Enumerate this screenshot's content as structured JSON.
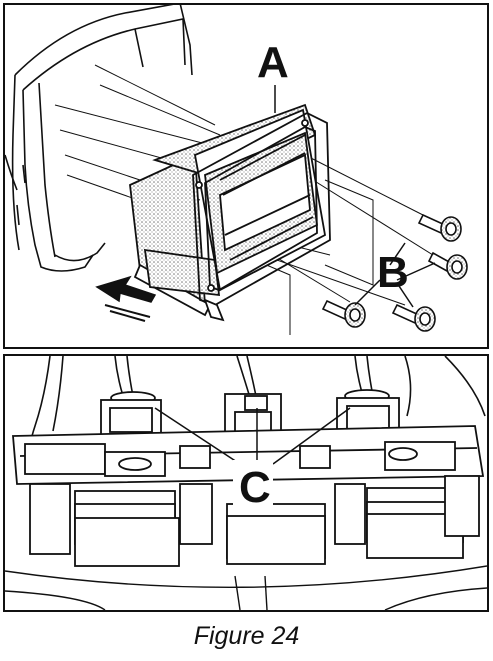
{
  "figure": {
    "caption": "Figure 24",
    "top_panel": {
      "callouts": {
        "a": "A",
        "b": "B"
      }
    },
    "bottom_panel": {
      "callouts": {
        "c": "C"
      }
    }
  },
  "colors": {
    "line": "#111111",
    "background": "#ffffff",
    "shade": "#d8d8d8"
  }
}
